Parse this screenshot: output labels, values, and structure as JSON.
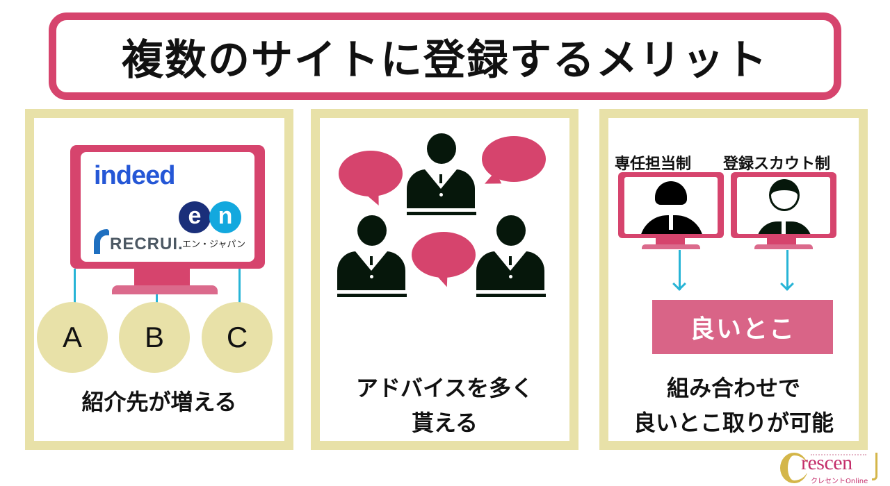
{
  "title": "複数のサイトに登録するメリット",
  "colors": {
    "title_border": "#d6446d",
    "panel_border": "#e8e1a8",
    "monitor": "#d6446d",
    "arrow": "#27b4d6",
    "circle": "#e8e1a8",
    "bubble": "#d6446d",
    "person": "#06170b",
    "good_box": "#d96487"
  },
  "panels": [
    {
      "id": "more-referrals",
      "logos": {
        "indeed": "indeed",
        "en_e": "e",
        "en_n": "n",
        "en_japan": "エン・ジャパン",
        "recruit": "RECRUI."
      },
      "circles": [
        "A",
        "B",
        "C"
      ],
      "caption": "紹介先が増える"
    },
    {
      "id": "more-advice",
      "illustration": "three-people-with-speech-bubbles",
      "caption_lines": [
        "アドバイスを多く",
        "貰える"
      ]
    },
    {
      "id": "combine-best",
      "labels": [
        "専任担当制",
        "登録スカウト制"
      ],
      "result_box": "良いとこ",
      "caption_lines": [
        "組み合わせで",
        "良いとこ取りが可能"
      ]
    }
  ],
  "watermark": {
    "brand": "rescen",
    "sub": "クレセントOnline"
  }
}
